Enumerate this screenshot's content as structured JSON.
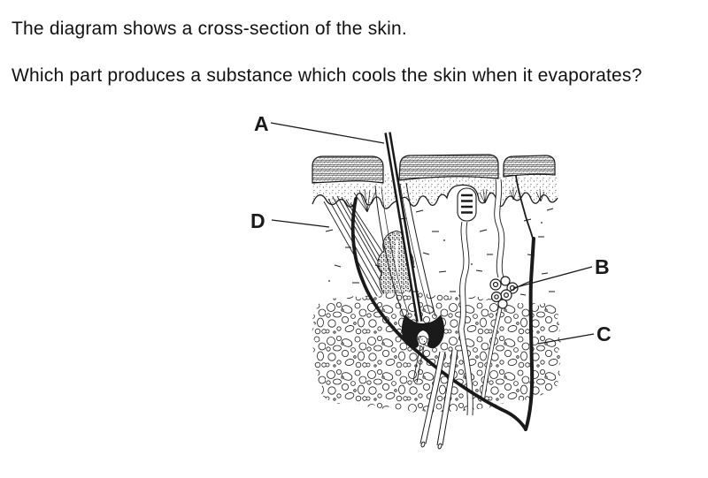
{
  "question": {
    "line1": "The diagram shows a cross-section of the skin.",
    "line2": "Which part produces a substance which cools the skin when it evaporates?"
  },
  "diagram": {
    "description": "cross-section of the skin",
    "labels": {
      "a": "A",
      "b": "B",
      "c": "C",
      "d": "D"
    }
  },
  "colors": {
    "ink": "#1a1a1a",
    "paper": "#ffffff"
  }
}
